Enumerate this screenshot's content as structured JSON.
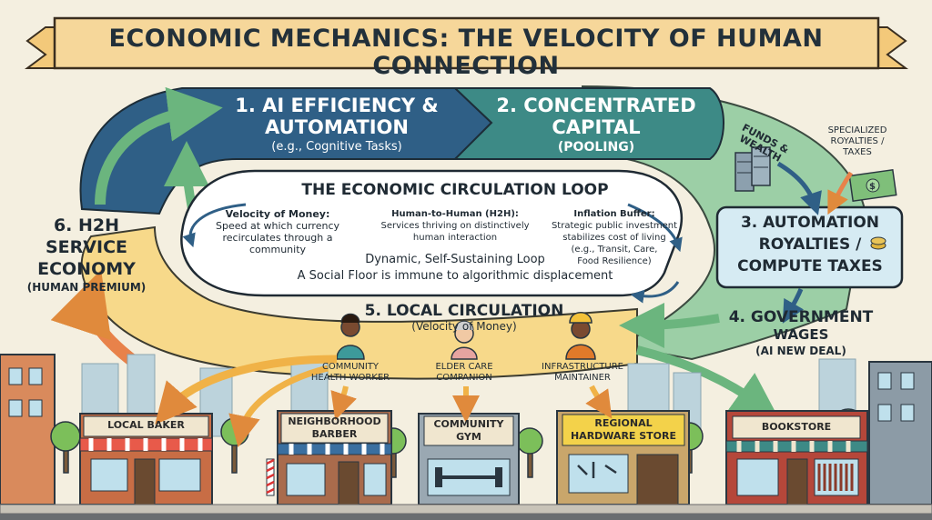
{
  "title": "ECONOMIC MECHANICS: THE VELOCITY OF HUMAN CONNECTION",
  "stages": {
    "s1": {
      "title_line1": "1. AI EFFICIENCY &",
      "title_line2": "AUTOMATION",
      "subtitle": "(e.g., Cognitive Tasks)"
    },
    "s2": {
      "title_line1": "2. CONCENTRATED",
      "title_line2": "CAPITAL",
      "subtitle": "(POOLING)"
    },
    "s3": {
      "title_line1": "3. AUTOMATION",
      "title_line2": "ROYALTIES /",
      "title_line3": "COMPUTE TAXES"
    },
    "s4": {
      "title_line1": "4. GOVERNMENT",
      "title_line2": "WAGES",
      "subtitle": "(AI NEW DEAL)"
    },
    "s5": {
      "title": "5. LOCAL CIRCULATION",
      "subtitle": "(Velocity of Money)"
    },
    "s6": {
      "title_line1": "6. H2H",
      "title_line2": "SERVICE",
      "title_line3": "ECONOMY",
      "subtitle": "(HUMAN PREMIUM)"
    }
  },
  "flow_labels": {
    "funds": "FUNDS & WEALTH",
    "royalties_line1": "SPECIALIZED",
    "royalties_line2": "ROYALTIES /",
    "royalties_line3": "TAXES"
  },
  "loop": {
    "title": "THE ECONOMIC CIRCULATION LOOP",
    "velocity_title": "Velocity of Money:",
    "velocity_line1": "Speed at which currency",
    "velocity_line2": "recirculates through a",
    "velocity_line3": "community",
    "h2h_title": "Human-to-Human (H2H):",
    "h2h_line1": "Services thriving on distinctively",
    "h2h_line2": "human interaction",
    "inflation_title": "Inflation Buffer:",
    "inflation_line1": "Strategic public investment",
    "inflation_line2": "stabilizes cost of living",
    "inflation_line3": "(e.g., Transit, Care,",
    "inflation_line4": "Food Resilience)",
    "dynamic": "Dynamic, Self-Sustaining Loop",
    "floor": "A Social Floor is immune to algorithmic displacement"
  },
  "workers": [
    {
      "line1": "COMMUNITY",
      "line2": "HEALTH WORKER"
    },
    {
      "line1": "ELDER CARE",
      "line2": "COMPANION"
    },
    {
      "line1": "INFRASTRUCTURE",
      "line2": "MAINTAINER"
    }
  ],
  "shops": {
    "baker": "LOCAL BAKER",
    "barber_line1": "NEIGHBORHOOD",
    "barber_line2": "BARBER",
    "gym_line1": "COMMUNITY",
    "gym_line2": "GYM",
    "hardware_line1": "REGIONAL",
    "hardware_line2": "HARDWARE STORE",
    "bookstore": "BOOKSTORE"
  },
  "colors": {
    "navy": "#2f5f86",
    "teal": "#3d8a86",
    "green_band": "#9ccfa6",
    "yellow": "#f7d98a",
    "orange": "#e8824a",
    "banner": "#f6d79a",
    "box_blue": "#d6ebf3"
  }
}
